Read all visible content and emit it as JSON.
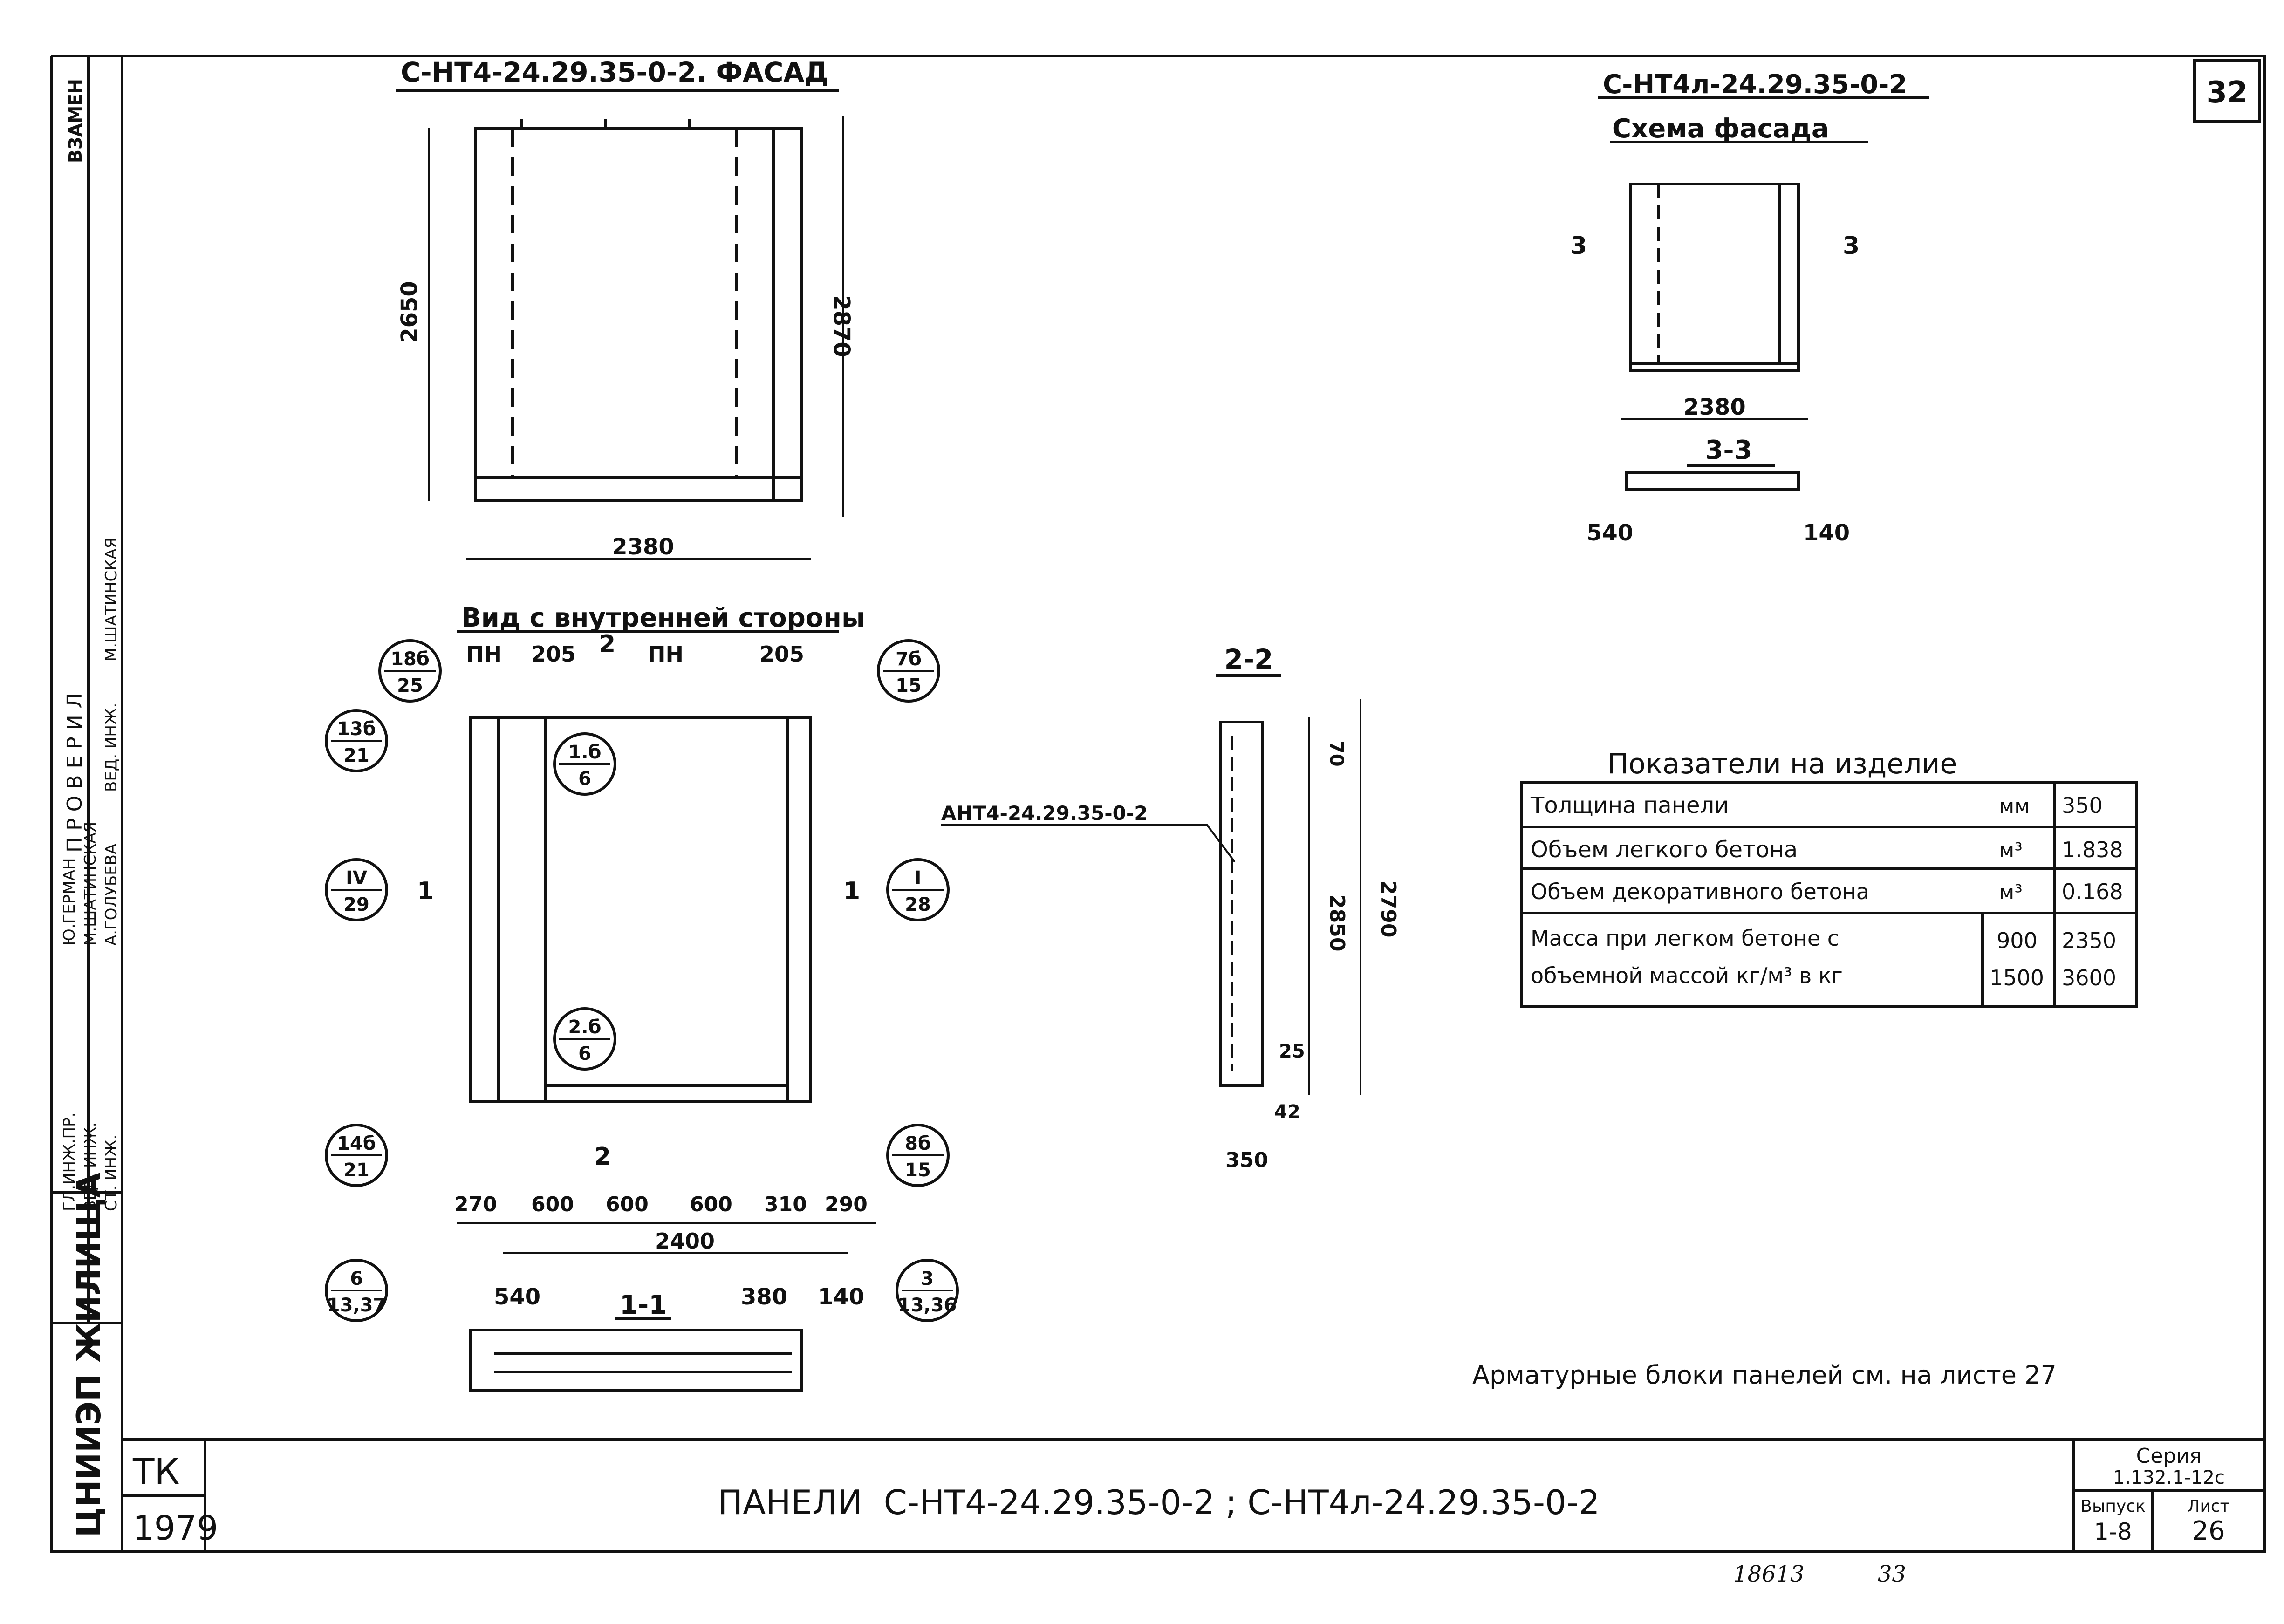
{
  "sheet": {
    "page_number": "32",
    "bottom_ids": [
      "18613",
      "33"
    ]
  },
  "facade": {
    "title": "С-НТ4-24.29.35-0-2. ФАСАД",
    "height_2650": "2650",
    "height_2870": "2870",
    "width_2380": "2380"
  },
  "scheme": {
    "title1": "С-НТ4л-24.29.35-0-2",
    "title2": "Схема фасада",
    "cut_mark": "3",
    "width_2380": "2380",
    "section_label": "3-3",
    "dim_540": "540",
    "dim_140": "140"
  },
  "inner_view": {
    "title": "Вид с внутренней стороны",
    "pn": "ПН",
    "dim_205": "205",
    "cut_mark": "2",
    "dim_270": "270",
    "dim_600": "600",
    "dim_310": "310",
    "dim_290": "290",
    "total_2400": "2400",
    "cut_1": "1",
    "callouts": [
      {
        "top": "18б",
        "bottom": "25"
      },
      {
        "top": "7б",
        "bottom": "15"
      },
      {
        "top": "13б",
        "bottom": "21"
      },
      {
        "top": "1.б",
        "bottom": "6"
      },
      {
        "top": "IV",
        "bottom": "29"
      },
      {
        "top": "I",
        "bottom": "28"
      },
      {
        "top": "2.б",
        "bottom": "6"
      },
      {
        "top": "14б",
        "bottom": "21"
      },
      {
        "top": "8б",
        "bottom": "15"
      },
      {
        "top": "6",
        "bottom": "13,37"
      },
      {
        "top": "3",
        "bottom": "13,36"
      }
    ]
  },
  "section_2": {
    "title": "2-2",
    "dim_70": "70",
    "dim_2850": "2850",
    "dim_2790": "2790",
    "dim_25": "25",
    "dim_42": "42",
    "dim_350": "350",
    "leader_label": "АНТ4-24.29.35-0-2"
  },
  "section_1": {
    "title": "1-1",
    "dim_540": "540",
    "dim_380": "380",
    "dim_140": "140"
  },
  "indicators": {
    "title": "Показатели на изделие",
    "rows": [
      {
        "name": "Толщина панели",
        "unit": "мм",
        "value": "350"
      },
      {
        "name": "Объем легкого бетона",
        "unit": "м³",
        "value": "1.838"
      },
      {
        "name": "Объем декоративного бетона",
        "unit": "м³",
        "value": "0.168"
      }
    ],
    "mass_line1": "Масса при легком бетоне с",
    "mass_line2": "объемной массой кг/м³ в кг",
    "mass_rows": [
      {
        "density": "900",
        "mass": "2350"
      },
      {
        "density": "1500",
        "mass": "3600"
      }
    ]
  },
  "note": "Арматурные блоки панелей см. на листе 27",
  "title_block": {
    "org": "ТК",
    "year": "1979",
    "title": "ПАНЕЛИ  С-НТ4-24.29.35-0-2 ; С-НТ4л-24.29.35-0-2",
    "series_label": "Серия",
    "series_value": "1.132.1-12с",
    "issue_label": "Выпуск",
    "issue_value": "1-8",
    "sheet_label": "Лист",
    "sheet_value": "26"
  },
  "side_stamp": {
    "org": "ЦНИИЭП ЖИЛИЩА",
    "vzamen": "ВЗАМЕН",
    "proveril": "П Р О В Е Р И Л",
    "roles": [
      "ГЛ.ИНЖ.ПР.",
      "ВЕД. ИНЖ.",
      "СТ. ИНЖ."
    ],
    "names": [
      "Ю.ГЕРМАН",
      "М.ШАТИНСКАЯ",
      "А.ГОЛУБЕВА"
    ],
    "check_roles": [
      "ВЕД. ИНЖ."
    ],
    "check_names": [
      "М.ШАТИНСКАЯ"
    ]
  }
}
